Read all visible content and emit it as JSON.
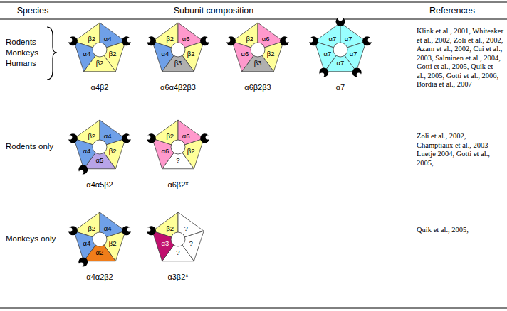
{
  "diagram": {
    "nodes": [
      {
        "text": [
          "α4β2",
          "β2",
          "α4",
          "β2",
          "β2",
          "α4"
        ]
      },
      {
        "text": [
          "α6α4β2β3",
          "β2",
          "α6",
          "β2",
          "β3",
          "α4"
        ]
      },
      {
        "text": [
          "α6β2β3",
          "β2",
          "α6",
          "β2",
          "β3",
          "α6"
        ]
      },
      {
        "text": [
          "α7",
          "α7",
          "α7",
          "α7",
          "α7",
          "α7"
        ]
      },
      {
        "text": [
          "α4α5β2",
          "β2",
          "α4",
          "β2",
          "α5",
          "α4"
        ]
      },
      {
        "text": [
          "α6β2*",
          "β2",
          "α6",
          "β2",
          "?",
          "α6"
        ]
      },
      {
        "text": [
          "α4α2β2",
          "β2",
          "α4",
          "β2",
          "α2",
          "α4"
        ]
      },
      {
        "text": [
          "α3β2*",
          "β2",
          "?",
          "?",
          "?",
          "α3"
        ]
      }
    ],
    "labels": [
      "Species",
      "Subunit composition",
      "References",
      "Rodents Monkeys Humans",
      "Rodents only",
      "Monkeys only",
      "Klink et al., 2001, Whiteaker et al., 2002, Zoli et al., 2002, Azam et al., 2002, Cui et al., 2003, Salminen et.al., 2004, Gotti et al., 2005, Quik et al., 2005, Gotti et al., 2006, Bordia et al., 2007",
      "Zoli et al., 2002, Champtiaux et al., 2003 Luetje 2004, Gotti et al., 2005,",
      "Quik et al., 2005,"
    ]
  }
}
